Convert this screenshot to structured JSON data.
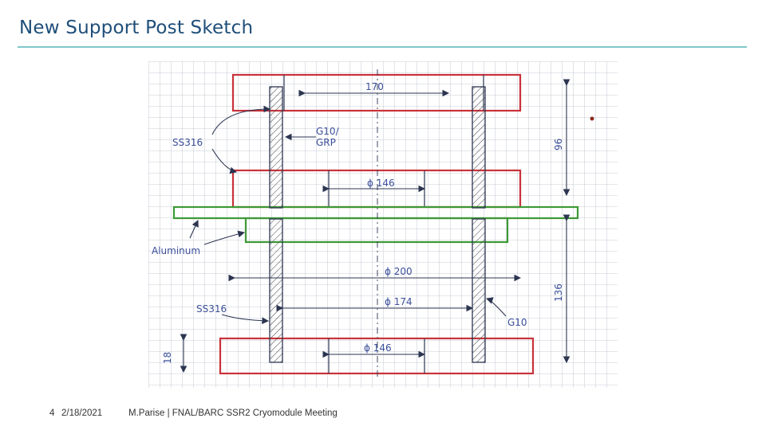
{
  "slide": {
    "title": "New Support Post Sketch",
    "footer": {
      "page_number": "4",
      "date": "2/18/2021",
      "presenter_meeting": "M.Parise | FNAL/BARC SSR2 Cryomodule Meeting"
    }
  },
  "sketch": {
    "labels": {
      "ss316_top": "SS316",
      "g10_grp": "G10/",
      "g10_grp_2": "GRP",
      "aluminum": "Aluminum",
      "ss316_bottom": "SS316",
      "g10_bottom": "G10"
    },
    "dimensions": {
      "width_170": "170",
      "dia_146_top": "ϕ 146",
      "height_96": "96",
      "dia_200": "ϕ 200",
      "dia_174": "ϕ 174",
      "height_136": "136",
      "dia_146_bottom": "ϕ 146",
      "height_18": "18"
    },
    "colors": {
      "red_parts": "#c9323a",
      "green_parts": "#3c9a35",
      "ink": "#2c3550",
      "grid": "#b6bcc8"
    }
  }
}
